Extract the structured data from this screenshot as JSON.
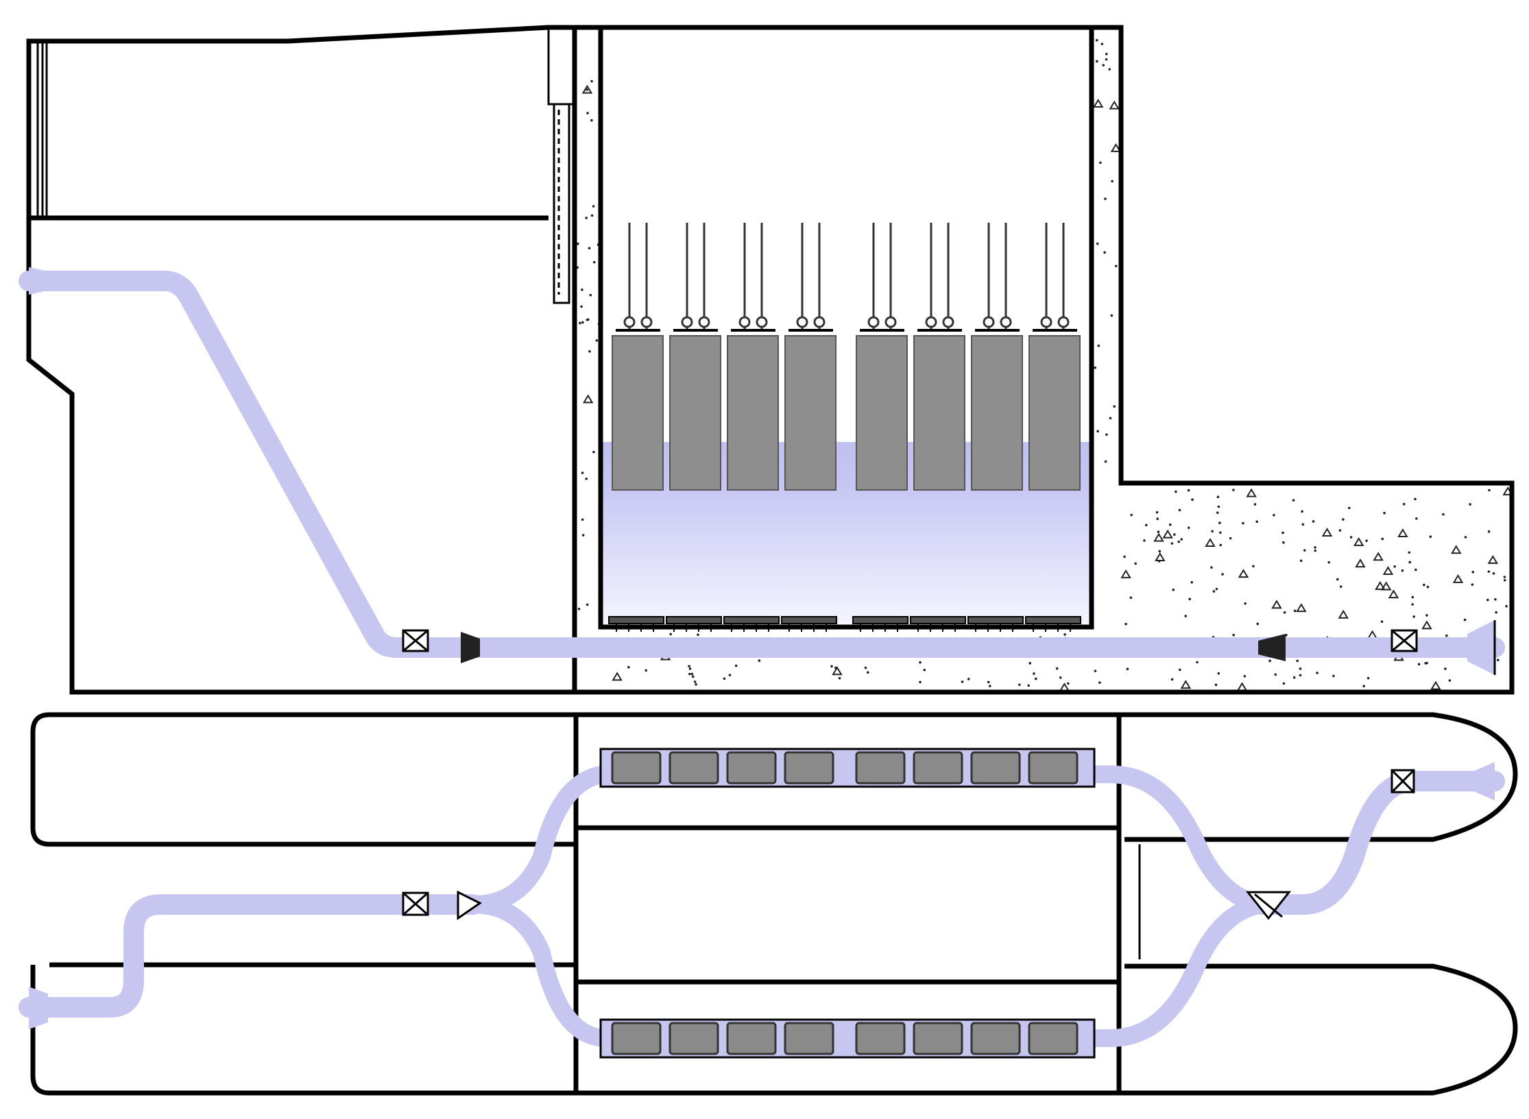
{
  "colors": {
    "water": "#c6c6f0",
    "water_dark": "#b6b6ec",
    "block": "#8e8e8e",
    "outline": "#000000",
    "background": "#ffffff"
  },
  "elevation": {
    "gate_count": 8,
    "valve_count": 2,
    "filling_valve": "valve-icon",
    "emptying_valve": "valve-icon"
  },
  "plan": {
    "gate_rows": 2,
    "gates_per_row": 8
  }
}
